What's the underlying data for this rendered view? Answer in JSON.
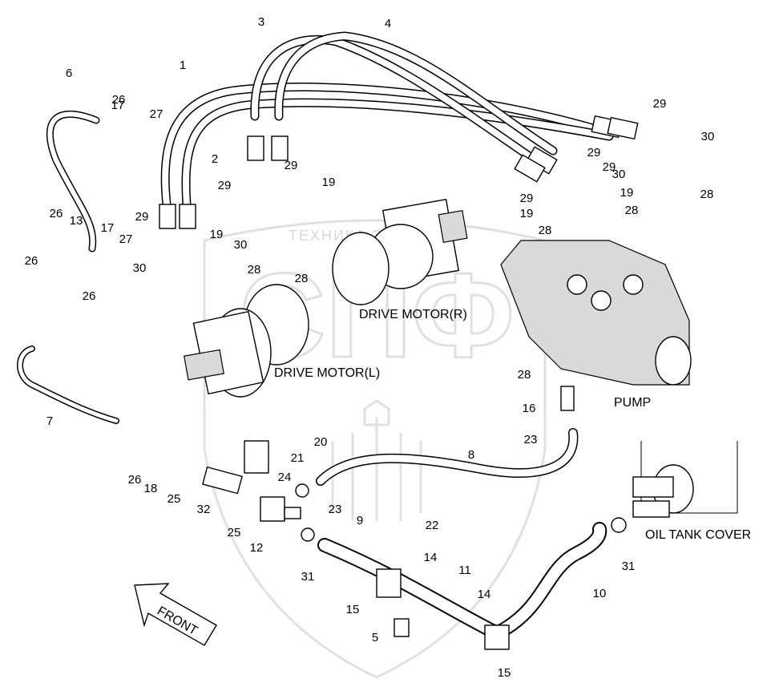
{
  "components": {
    "drive_motor_left": "DRIVE MOTOR(L)",
    "drive_motor_right": "DRIVE MOTOR(R)",
    "pump": "PUMP",
    "oil_tank_cover": "OIL TANK COVER",
    "front": "FRONT"
  },
  "watermark": {
    "text": "ТЕХНИКА  ЗАПЧАСТИ",
    "logo": "СПФ"
  },
  "callouts": [
    {
      "n": "1"
    },
    {
      "n": "2"
    },
    {
      "n": "3"
    },
    {
      "n": "4"
    },
    {
      "n": "5"
    },
    {
      "n": "6"
    },
    {
      "n": "7"
    },
    {
      "n": "8"
    },
    {
      "n": "9"
    },
    {
      "n": "10"
    },
    {
      "n": "11"
    },
    {
      "n": "12"
    },
    {
      "n": "13"
    },
    {
      "n": "14"
    },
    {
      "n": "14"
    },
    {
      "n": "15"
    },
    {
      "n": "15"
    },
    {
      "n": "16"
    },
    {
      "n": "17"
    },
    {
      "n": "17"
    },
    {
      "n": "18"
    },
    {
      "n": "19"
    },
    {
      "n": "19"
    },
    {
      "n": "19"
    },
    {
      "n": "19"
    },
    {
      "n": "20"
    },
    {
      "n": "21"
    },
    {
      "n": "22"
    },
    {
      "n": "23"
    },
    {
      "n": "23"
    },
    {
      "n": "24"
    },
    {
      "n": "25"
    },
    {
      "n": "25"
    },
    {
      "n": "26"
    },
    {
      "n": "26"
    },
    {
      "n": "26"
    },
    {
      "n": "26"
    },
    {
      "n": "26"
    },
    {
      "n": "27"
    },
    {
      "n": "27"
    },
    {
      "n": "28"
    },
    {
      "n": "28"
    },
    {
      "n": "28"
    },
    {
      "n": "28"
    },
    {
      "n": "28"
    },
    {
      "n": "28"
    },
    {
      "n": "29"
    },
    {
      "n": "29"
    },
    {
      "n": "29"
    },
    {
      "n": "29"
    },
    {
      "n": "29"
    },
    {
      "n": "29"
    },
    {
      "n": "29"
    },
    {
      "n": "30"
    },
    {
      "n": "30"
    },
    {
      "n": "30"
    },
    {
      "n": "30"
    },
    {
      "n": "31"
    },
    {
      "n": "31"
    },
    {
      "n": "32"
    }
  ]
}
